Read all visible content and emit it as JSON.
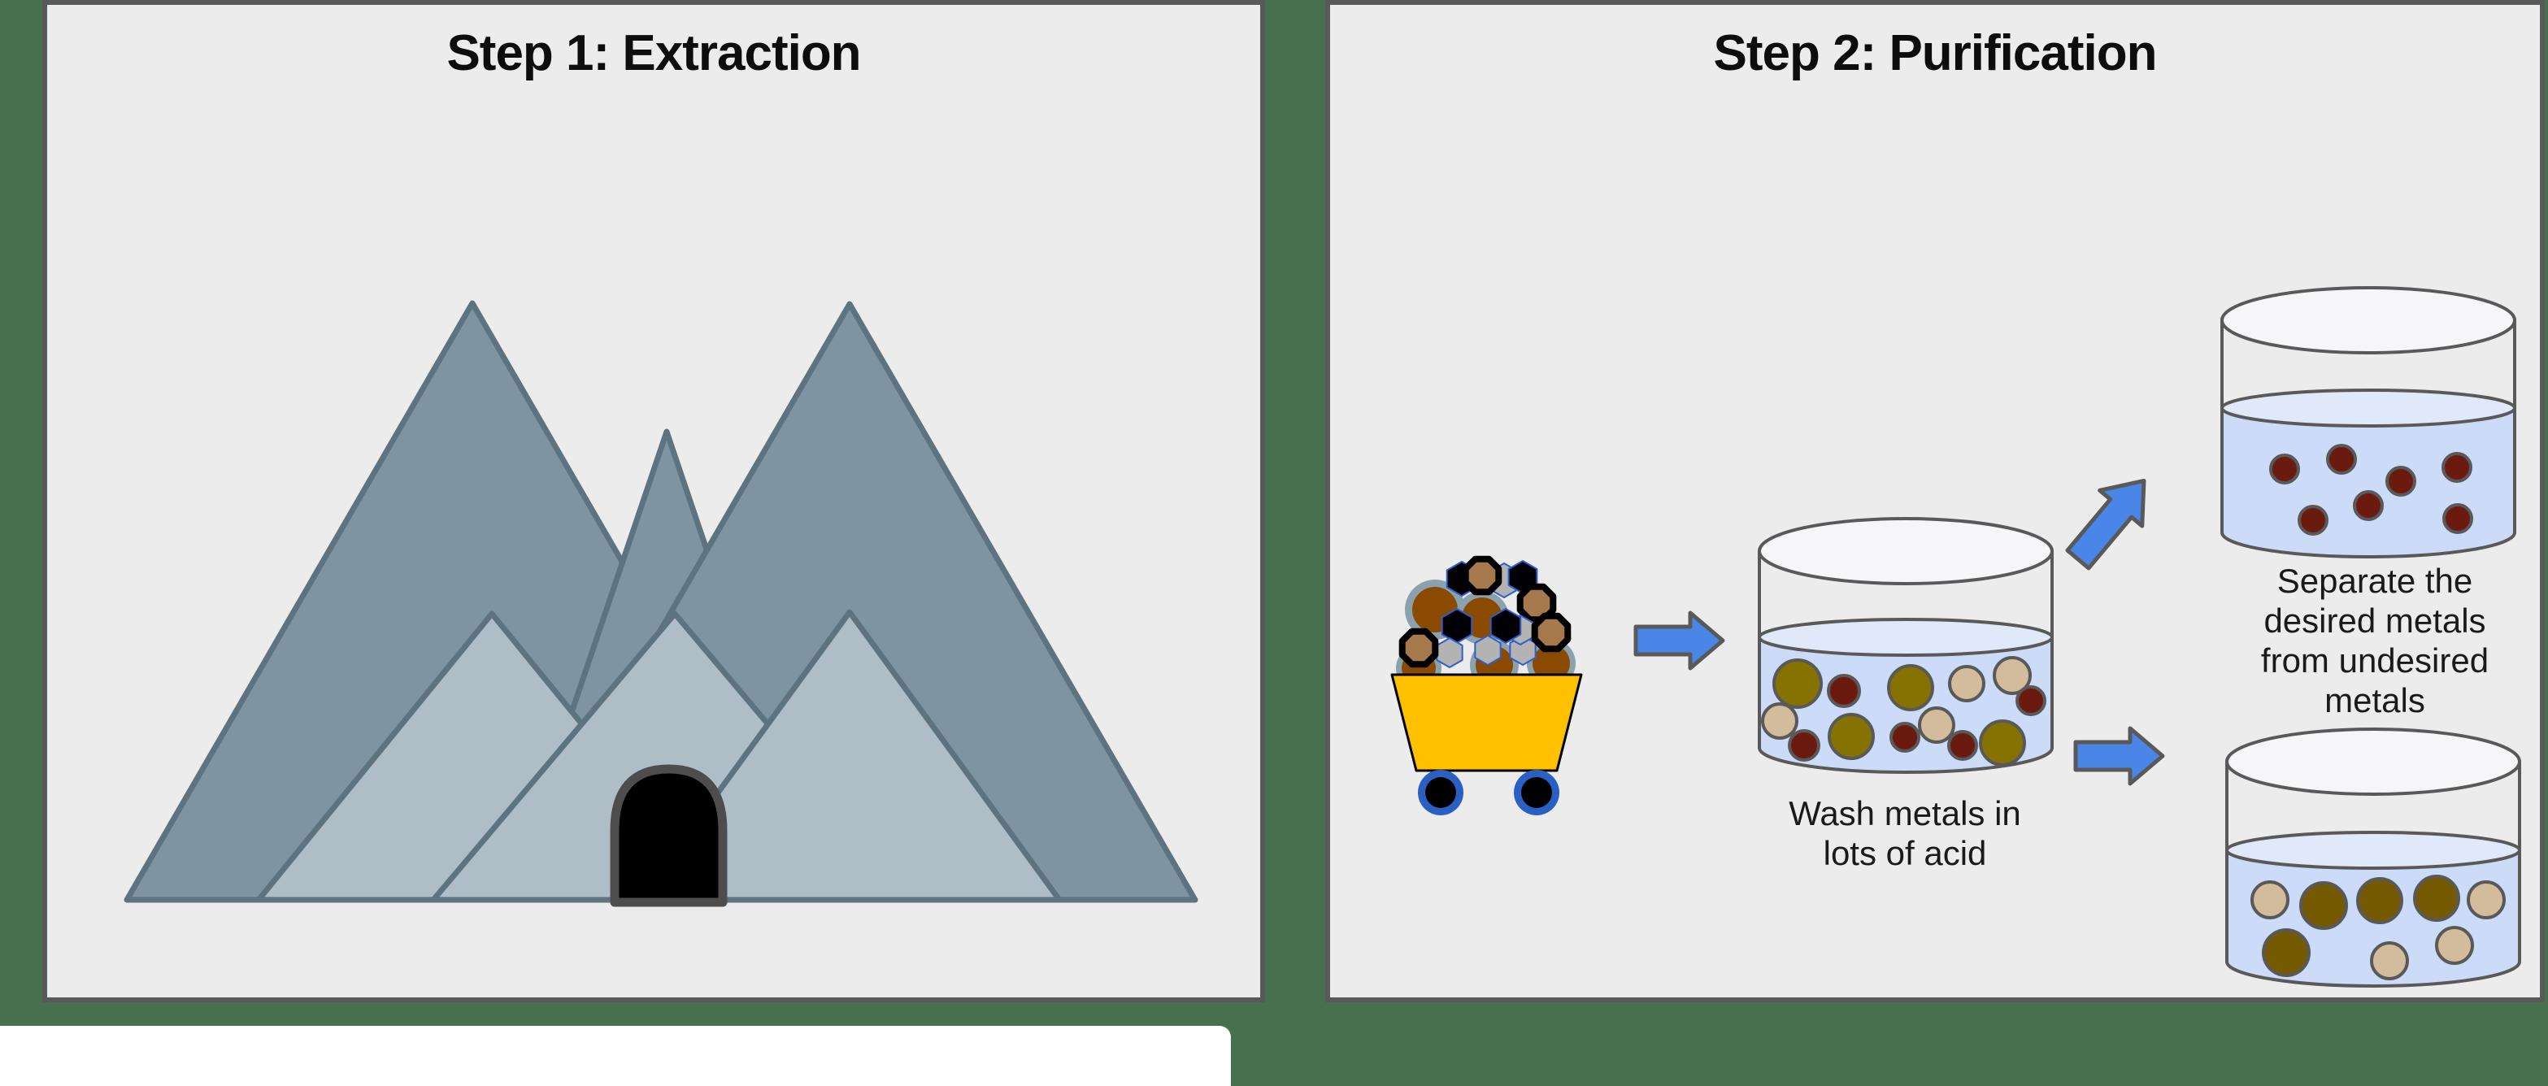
{
  "step1": {
    "title": "Step 1: Extraction"
  },
  "step2": {
    "title": "Step 2: Purification",
    "wash_label": "Wash metals in lots of acid",
    "separate_label": "Separate the desired metals from undesired metals"
  },
  "beakers": {
    "acid_wash": {
      "caption": "Wash metals in lots of acid",
      "dots": {
        "olive": 4,
        "dark_red": 5,
        "tan": 4
      }
    },
    "desired_metals": {
      "caption": "Separate the desired metals from undesired metals",
      "dots": {
        "dark_red": 7
      }
    },
    "undesired_metals": {
      "dots": {
        "olive": 4,
        "tan": 4
      }
    }
  },
  "icons": [
    "mountain-range",
    "mine-entrance-icon",
    "ore-cart-icon",
    "ore-pile",
    "arrow-right-icon",
    "arrow-up-right-icon",
    "beaker-icon"
  ],
  "colors": {
    "background": "#47714e",
    "panel": "#ececec",
    "border": "#595959",
    "mountain_back": "#7e95a1",
    "mountain_front": "#afbec6",
    "mountain_outline": "#5d7380",
    "door_fill": "#000000",
    "door_outline": "#4d4d4d",
    "cart": "#ffc000",
    "wheel_blue": "#2a5fc4",
    "ore_ring": "#8ba1ad",
    "ore_brown": "#8a4a00",
    "ore_tan": "#a5794c",
    "ore_gray": "#b3b3b3",
    "ore_blue_outline": "#2f5fc8",
    "arrow_fill": "#4a86e8",
    "arrow_outline": "#595959",
    "glass_top": "#f6f6f8",
    "liquid": "#ccdcf8",
    "liquid_surface": "#dfe9fa",
    "dot_olive": "#857200",
    "dot_olive_dark": "#755a02",
    "dot_maroon": "#6b1a10",
    "dot_tan": "#d3bc9b",
    "dot_outline": "#595959"
  }
}
